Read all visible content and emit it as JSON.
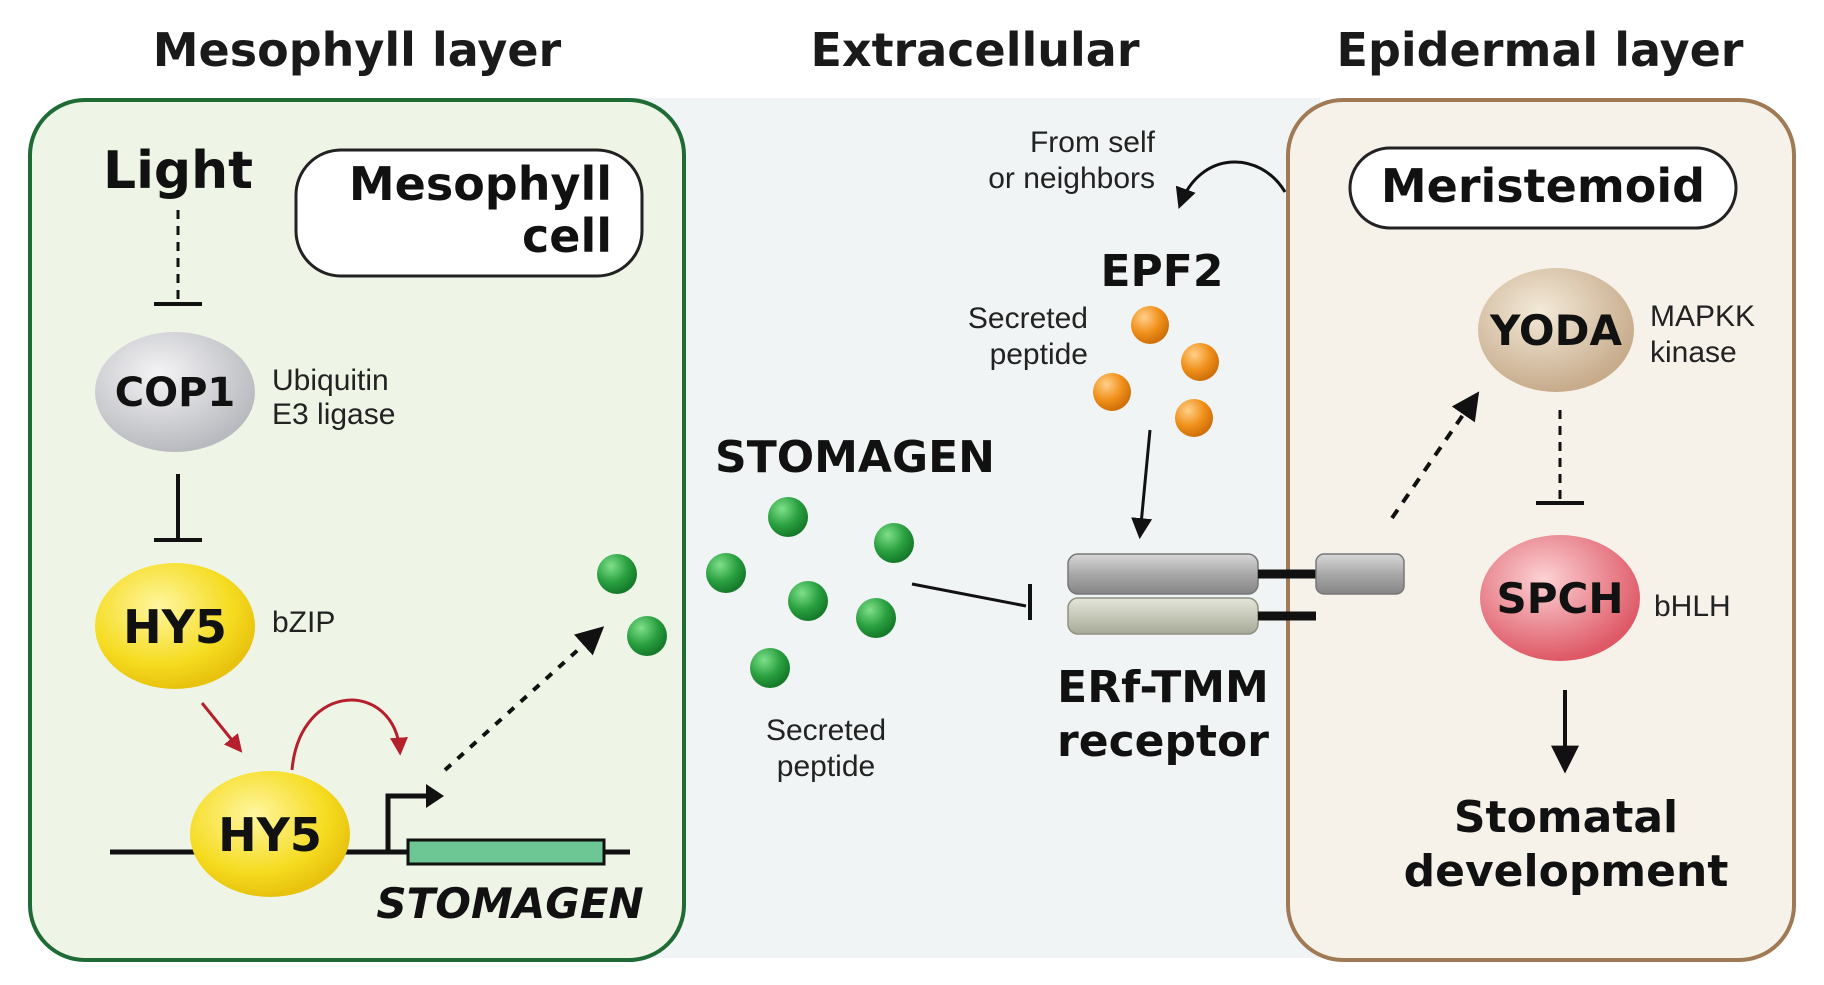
{
  "headers": {
    "mesophyll_layer": "Mesophyll layer",
    "extracellular": "Extracellular",
    "epidermal_layer": "Epidermal layer"
  },
  "mesophyll": {
    "light": "Light",
    "cell_label_line1": "Mesophyll",
    "cell_label_line2": "cell",
    "cop1": "COP1",
    "cop1_desc_line1": "Ubiquitin",
    "cop1_desc_line2": "E3 ligase",
    "hy5_top": "HY5",
    "hy5_desc": "bZIP",
    "hy5_bottom": "HY5",
    "gene": "STOMAGEN"
  },
  "extracellular": {
    "stomagen": "STOMAGEN",
    "stomagen_desc_line1": "Secreted",
    "stomagen_desc_line2": "peptide",
    "epf2": "EPF2",
    "epf2_desc_line1": "Secreted",
    "epf2_desc_line2": "peptide",
    "from_line1": "From self",
    "from_line2": "or neighbors",
    "receptor_line1": "ERf-TMM",
    "receptor_line2": "receptor"
  },
  "epidermal": {
    "meristemoid": "Meristemoid",
    "yoda": "YODA",
    "yoda_desc_line1": "MAPKK",
    "yoda_desc_line2": "kinase",
    "spch": "SPCH",
    "spch_desc": "bHLH",
    "outcome_line1": "Stomatal",
    "outcome_line2": "development"
  },
  "colors": {
    "mesophyll_border": "#1f6b35",
    "mesophyll_fill": "#eef5e6",
    "epidermal_border": "#a07a55",
    "epidermal_fill": "#f6f2ea",
    "extracellular_fill": "#f1f4f4",
    "stomagen_peptide": "#2aa040",
    "epf2_peptide": "#f0901a",
    "hy5": "#f5dc20",
    "cop1": "#cfd0d4",
    "yoda": "#d8c3a8",
    "spch": "#e9777f",
    "gene_box": "#6cc795",
    "activation_red": "#b5202c"
  }
}
